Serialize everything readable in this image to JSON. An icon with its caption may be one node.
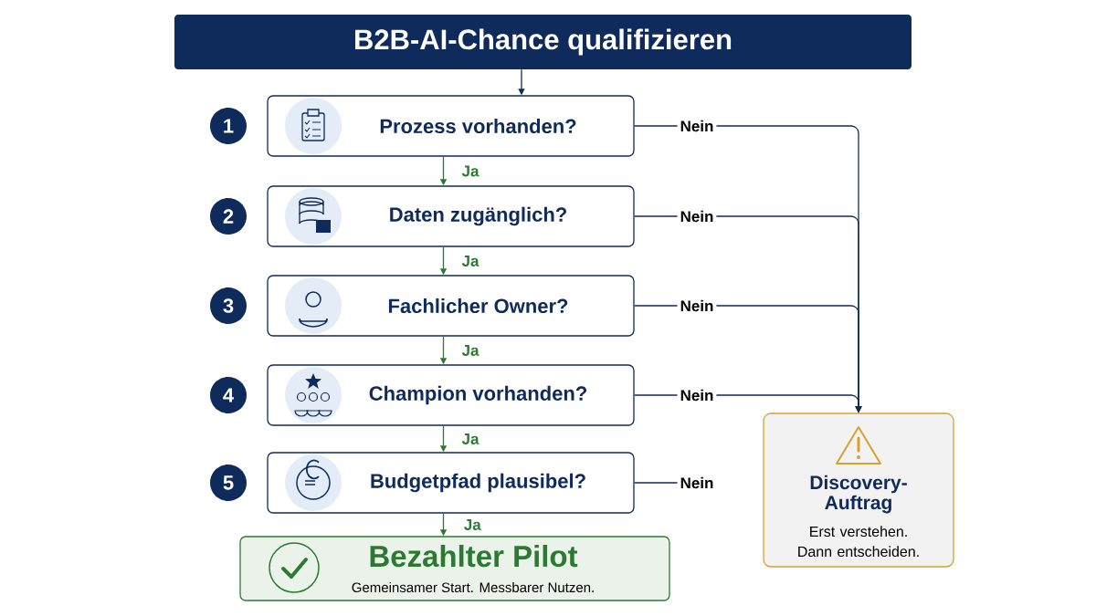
{
  "diagram": {
    "nodes": [
      {
        "text": [
          "B2B-AI-Chance qualifizieren"
        ]
      },
      {
        "text": [
          "Prozess vorhanden?"
        ]
      },
      {
        "text": [
          "Daten zugänglich?"
        ]
      },
      {
        "text": [
          "Fachlicher Owner?"
        ]
      },
      {
        "text": [
          "Champion vorhanden?"
        ]
      },
      {
        "text": [
          "Budgetpfad plausibel?"
        ]
      },
      {
        "text": [
          "Bezahlter Pilot",
          "Gemeinsamer Start. Messbarer Nutzen."
        ]
      },
      {
        "text": [
          "Discovery-Auftrag",
          "Erst verstehen. Dann entscheiden."
        ]
      },
      {
        "text": [
          "1"
        ]
      },
      {
        "text": [
          "2"
        ]
      },
      {
        "text": [
          "3"
        ]
      },
      {
        "text": [
          "4"
        ]
      },
      {
        "text": [
          "5"
        ]
      }
    ],
    "edges": [
      {
        "from": 0,
        "to": 1,
        "arrow": "to"
      },
      {
        "from": 1,
        "to": 2,
        "arrow": "to",
        "label": "Ja",
        "color": "#2a7a32"
      },
      {
        "from": 2,
        "to": 3,
        "arrow": "to",
        "label": "Ja",
        "color": "#2a7a32"
      },
      {
        "from": 3,
        "to": 4,
        "arrow": "to",
        "label": "Ja",
        "color": "#2a7a32"
      },
      {
        "from": 4,
        "to": 5,
        "arrow": "to",
        "label": "Ja",
        "color": "#2a7a32"
      },
      {
        "from": 5,
        "to": 6,
        "arrow": "to",
        "label": "Ja",
        "color": "#2a7a32"
      },
      {
        "from": 1,
        "to": 7,
        "arrow": "to",
        "label": "Nein"
      },
      {
        "from": 2,
        "to": 7,
        "arrow": "to",
        "label": "Nein"
      },
      {
        "from": 3,
        "to": 7,
        "arrow": "to",
        "label": "Nein"
      },
      {
        "from": 4,
        "to": 7,
        "arrow": "to",
        "label": "Nein"
      },
      {
        "from": 5,
        "to": null,
        "arrow": "none",
        "label": "Nein"
      }
    ]
  }
}
